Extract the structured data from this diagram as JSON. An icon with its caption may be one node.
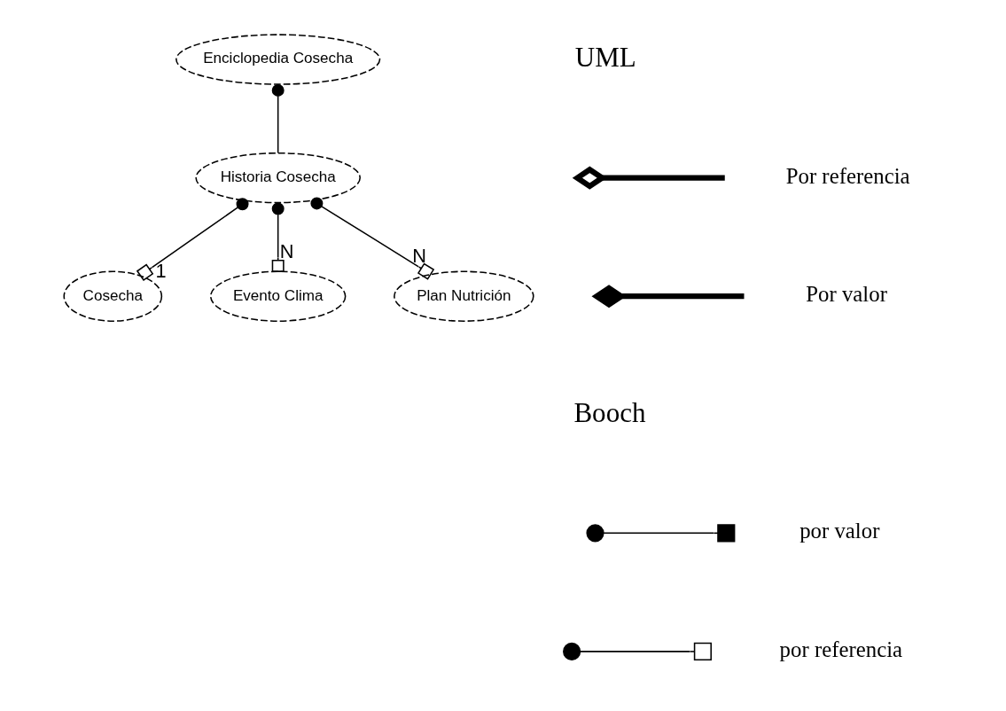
{
  "diagram": {
    "nodes": [
      {
        "text": [
          "Enciclopedia Cosecha"
        ]
      },
      {
        "text": [
          "Historia Cosecha"
        ]
      },
      {
        "text": [
          "Cosecha"
        ]
      },
      {
        "text": [
          "Evento Clima"
        ]
      },
      {
        "text": [
          "Plan Nutrición"
        ]
      }
    ],
    "edges": [
      {
        "from": 0,
        "to": 1,
        "arrow": "other"
      },
      {
        "from": 1,
        "to": 2,
        "arrow": "other",
        "label": "1"
      },
      {
        "from": 1,
        "to": 3,
        "arrow": "other",
        "label": "N"
      },
      {
        "from": 1,
        "to": 4,
        "arrow": "other",
        "label": "N"
      }
    ],
    "labels": [
      "UML",
      "Booch"
    ],
    "legend": [
      {
        "text": "Por referencia"
      },
      {
        "text": "Por valor"
      },
      {
        "text": "por valor"
      },
      {
        "text": "por referencia"
      }
    ]
  }
}
